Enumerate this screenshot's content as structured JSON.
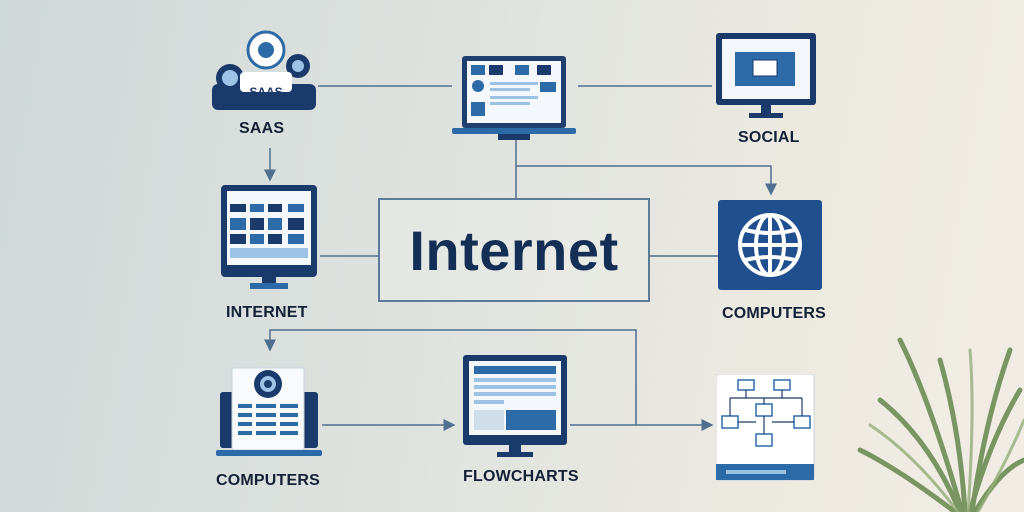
{
  "center": {
    "title": "Internet"
  },
  "nodes": {
    "saas": {
      "label": "SAAS",
      "badge": "SAAS"
    },
    "social": {
      "label": "SOCIAL"
    },
    "internet": {
      "label": "INTERNET"
    },
    "computers_globe": {
      "label": "COMPUTERS"
    },
    "computers_laptop": {
      "label": "COMPUTERS"
    },
    "flowcharts": {
      "label": "FLOWCHARTS"
    }
  },
  "colors": {
    "navy": "#1a3a6b",
    "blue": "#2d6aa8",
    "light_blue": "#9cc3e6",
    "line": "#4f6f8f"
  }
}
